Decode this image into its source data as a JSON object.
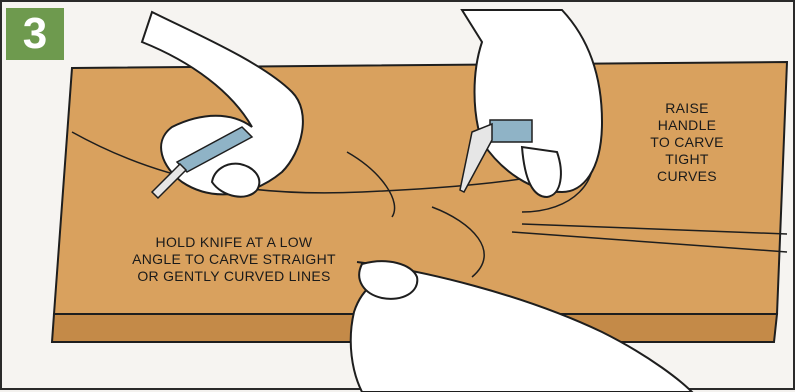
{
  "step": {
    "number": "3"
  },
  "annotations": {
    "raise_handle": [
      "RAISE",
      "HANDLE",
      "TO CARVE",
      "TIGHT",
      "CURVES"
    ],
    "hold_knife": [
      "HOLD KNIFE AT A LOW",
      "ANGLE TO CARVE STRAIGHT",
      "OR GENTLY CURVED LINES"
    ]
  },
  "colors": {
    "board": "#d9a15e",
    "board_edge": "#c48a48",
    "badge": "#6e9a4e",
    "skin": "#ffffff",
    "blade": "#8fb3c6",
    "ink": "#1e1e1e"
  },
  "icons": [
    "hand-left-icon",
    "hand-right-icon",
    "carving-knife-icon",
    "wood-board-icon"
  ]
}
